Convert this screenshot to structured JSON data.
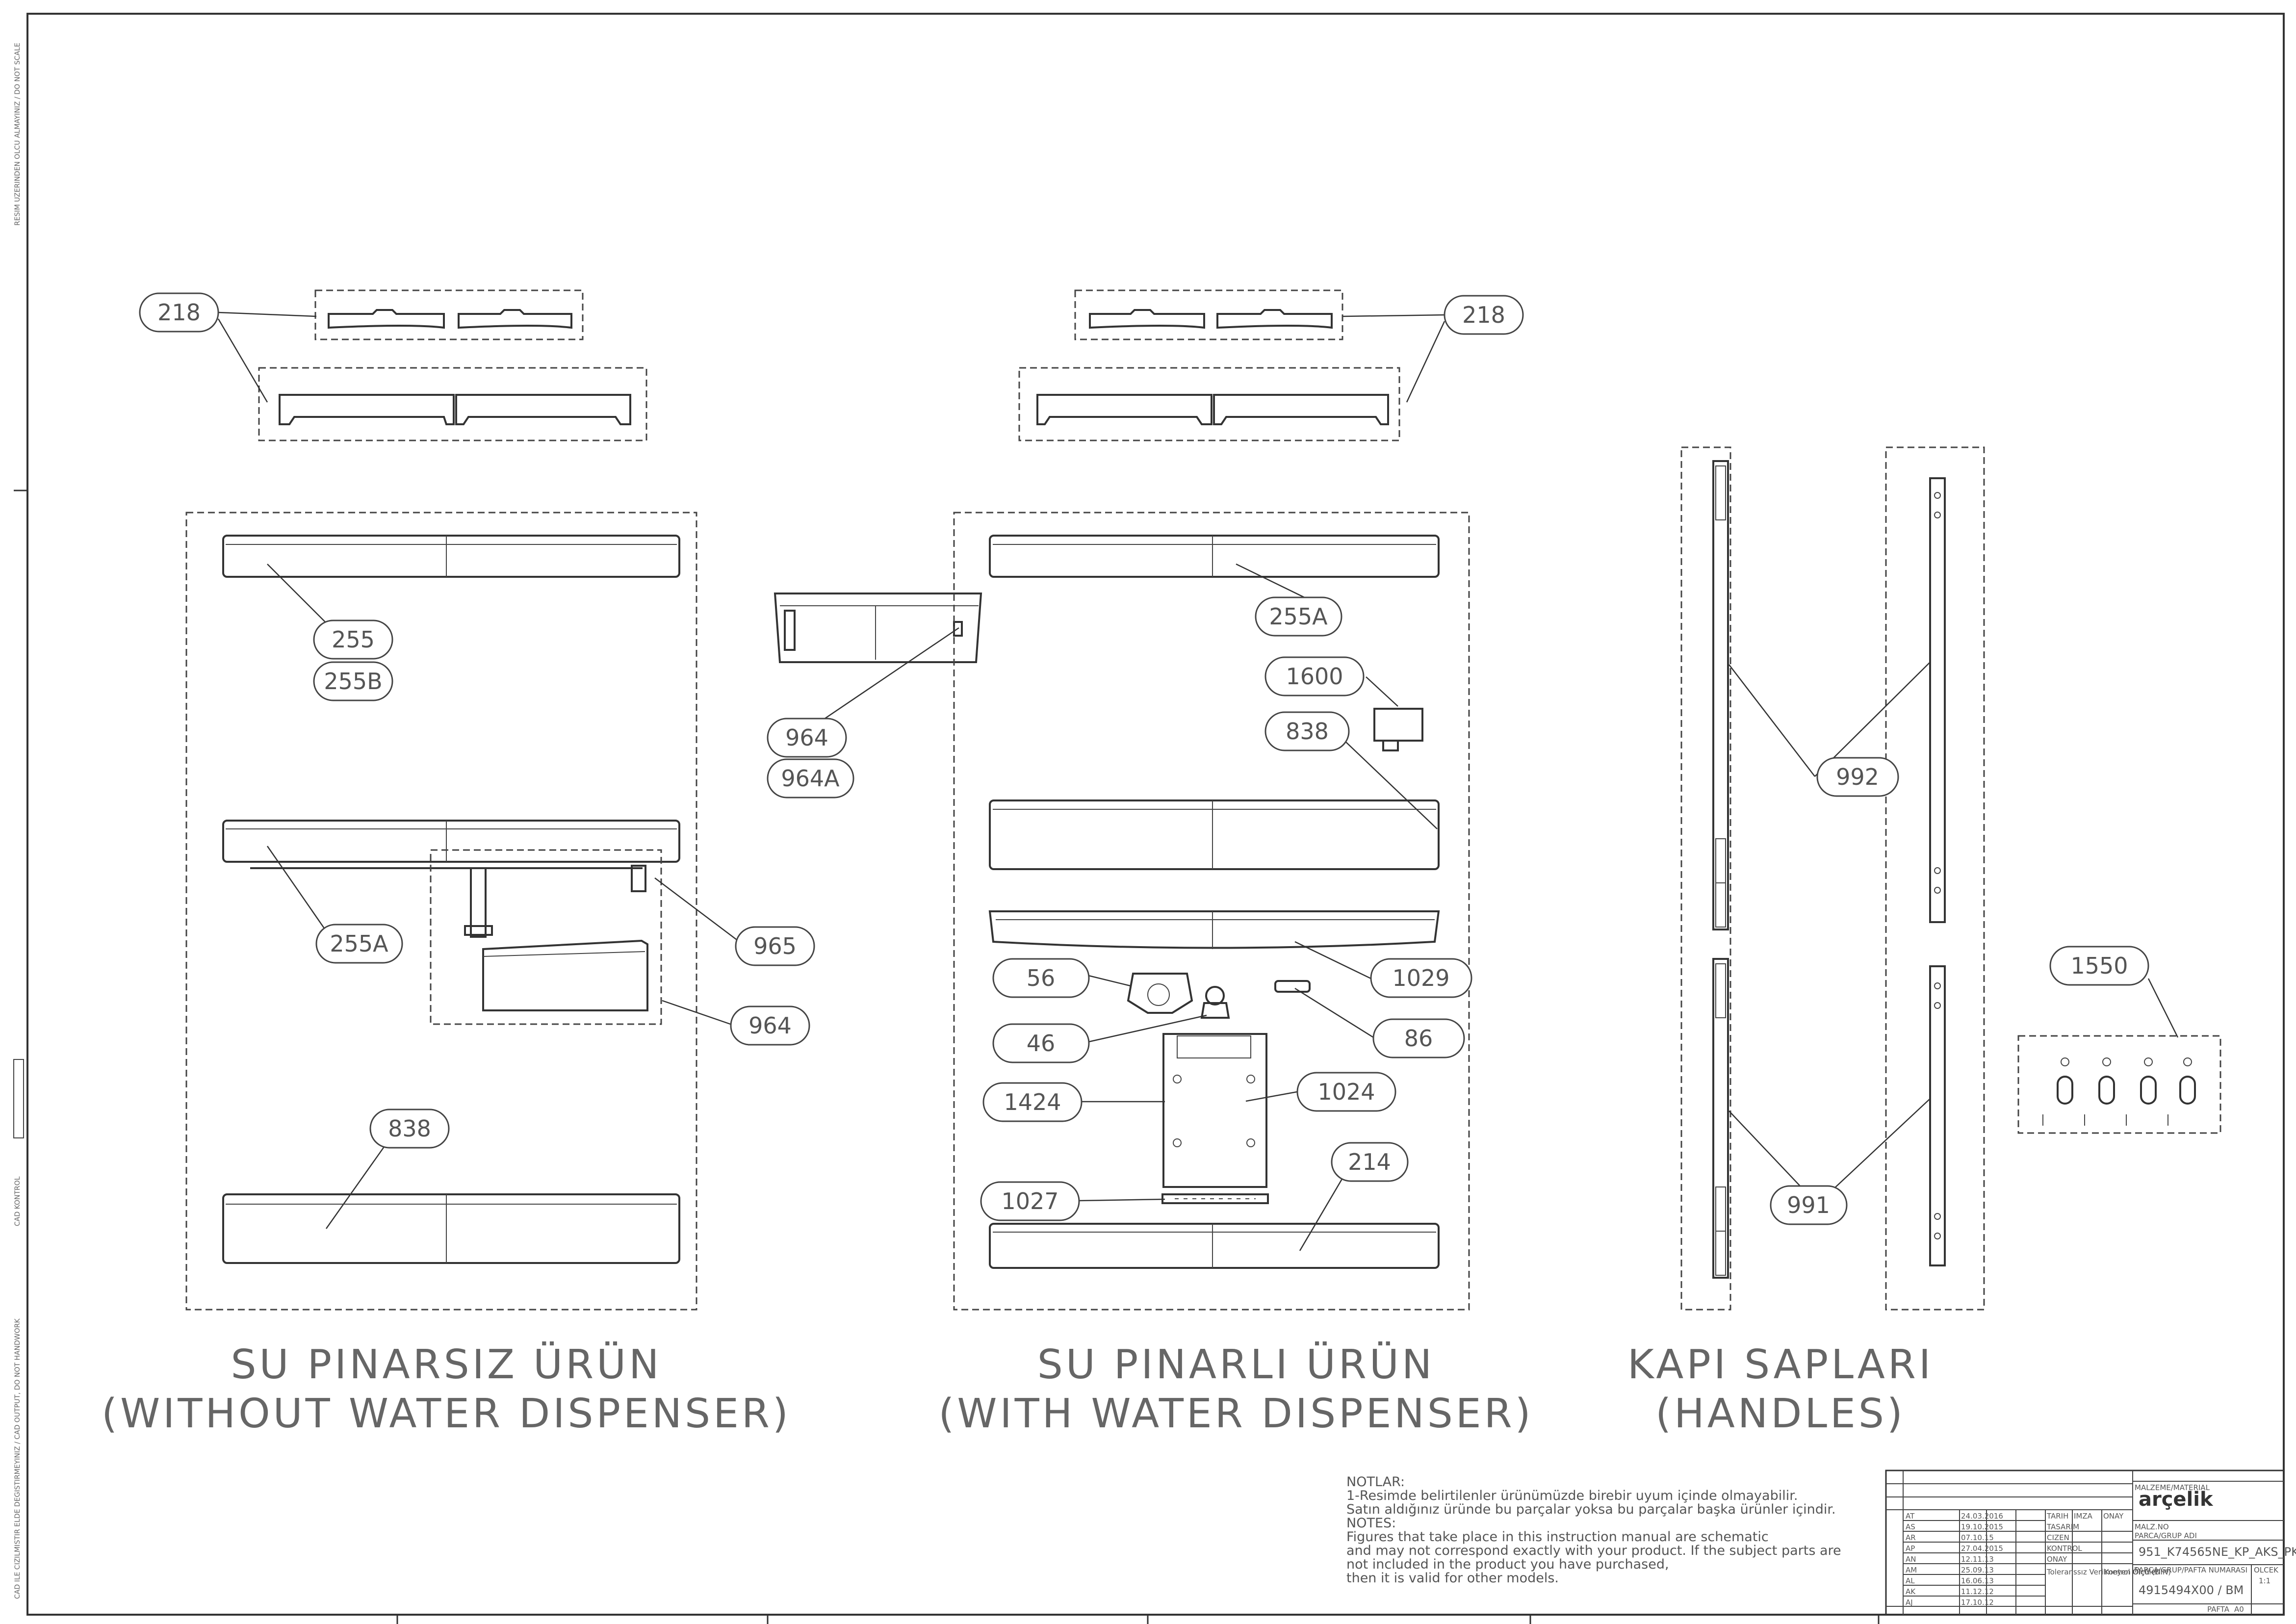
{
  "sections": {
    "left": {
      "title": "SU PINARSIZ ÜRÜN",
      "subtitle": "(WITHOUT WATER DISPENSER)"
    },
    "middle": {
      "title": "SU PINARLI ÜRÜN",
      "subtitle": "(WITH WATER DISPENSER)"
    },
    "right": {
      "title": "KAPI SAPLARI",
      "subtitle": "(HANDLES)"
    }
  },
  "callouts": {
    "c218_left": "218",
    "c218_right": "218",
    "c255": "255",
    "c255b": "255B",
    "c255a_left": "255A",
    "c838_left": "838",
    "c965": "965",
    "c964_left": "964",
    "c964_mid": "964",
    "c964a": "964A",
    "c255a_mid": "255A",
    "c1600": "1600",
    "c838_mid": "838",
    "c56": "56",
    "c46": "46",
    "c1424": "1424",
    "c1027": "1027",
    "c1029": "1029",
    "c86": "86",
    "c1024": "1024",
    "c214": "214",
    "c992": "992",
    "c991": "991",
    "c1550": "1550"
  },
  "notes": {
    "heading_tr": "NOTLAR:",
    "line1": "1-Resimde belirtilenler ürünümüzde birebir   uyum içinde olmayabilir.",
    "line2": "Satın aldığınız üründe bu parçalar yoksa bu parçalar başka ürünler içindir.",
    "heading_en": "NOTES:",
    "line3": "Figures that take place in this instruction manual are schematic",
    "line4": " and may not correspond exactly with your product. If the subject parts are",
    "line5": "not included in the product you have purchased,",
    "line6": "then it is valid for other models."
  },
  "title_block": {
    "brand": "arçelik",
    "material_label": "MALZEME/MATERIAL",
    "material_no_label": "MALZ.NO",
    "part_name_label": "PARCA/GRUP ADI",
    "part_name": "951_K74565NE_KP_AKS_PK",
    "part_number_label": "PARCA/GRUP/PAFTA NUMARASI",
    "part_number": "4915494X00 / BM",
    "scale_label": "OLCEK",
    "scale": "1:1",
    "tolerance_label": "Toleranssız Verilmeyen Ölçü (DIN)",
    "control_label": "Kontrol Ölçüleri",
    "sheet_size": "A0",
    "sheet_label": "PAFTA",
    "revision_rows": [
      {
        "rev": "AT",
        "date": "24.03.2016"
      },
      {
        "rev": "AS",
        "date": "19.10.2015"
      },
      {
        "rev": "AR",
        "date": "07.10.15"
      },
      {
        "rev": "AP",
        "date": "27.04.2015"
      },
      {
        "rev": "AN",
        "date": "12.11.13"
      },
      {
        "rev": "AM",
        "date": "25.09.13"
      },
      {
        "rev": "AL",
        "date": "16.06.13"
      },
      {
        "rev": "AK",
        "date": "11.12.12"
      },
      {
        "rev": "AJ",
        "date": "17.10.12"
      }
    ],
    "column_labels": [
      "TARIH",
      "IMZA",
      "ONAY"
    ],
    "row_labels": [
      "TASARIM",
      "CIZEN",
      "KONTROL",
      "ONAY"
    ]
  },
  "side_texts": {
    "top": "RESIM UZERINDEN OLCU ALMAYINIZ / DO NOT SCALE",
    "middle": "CAD KONTROL",
    "bottom": "CAD ILE CIZILMISTIR ELDE DEGISTIRMEYINIZ / CAD OUTPUT, DO NOT HANDWORK"
  }
}
